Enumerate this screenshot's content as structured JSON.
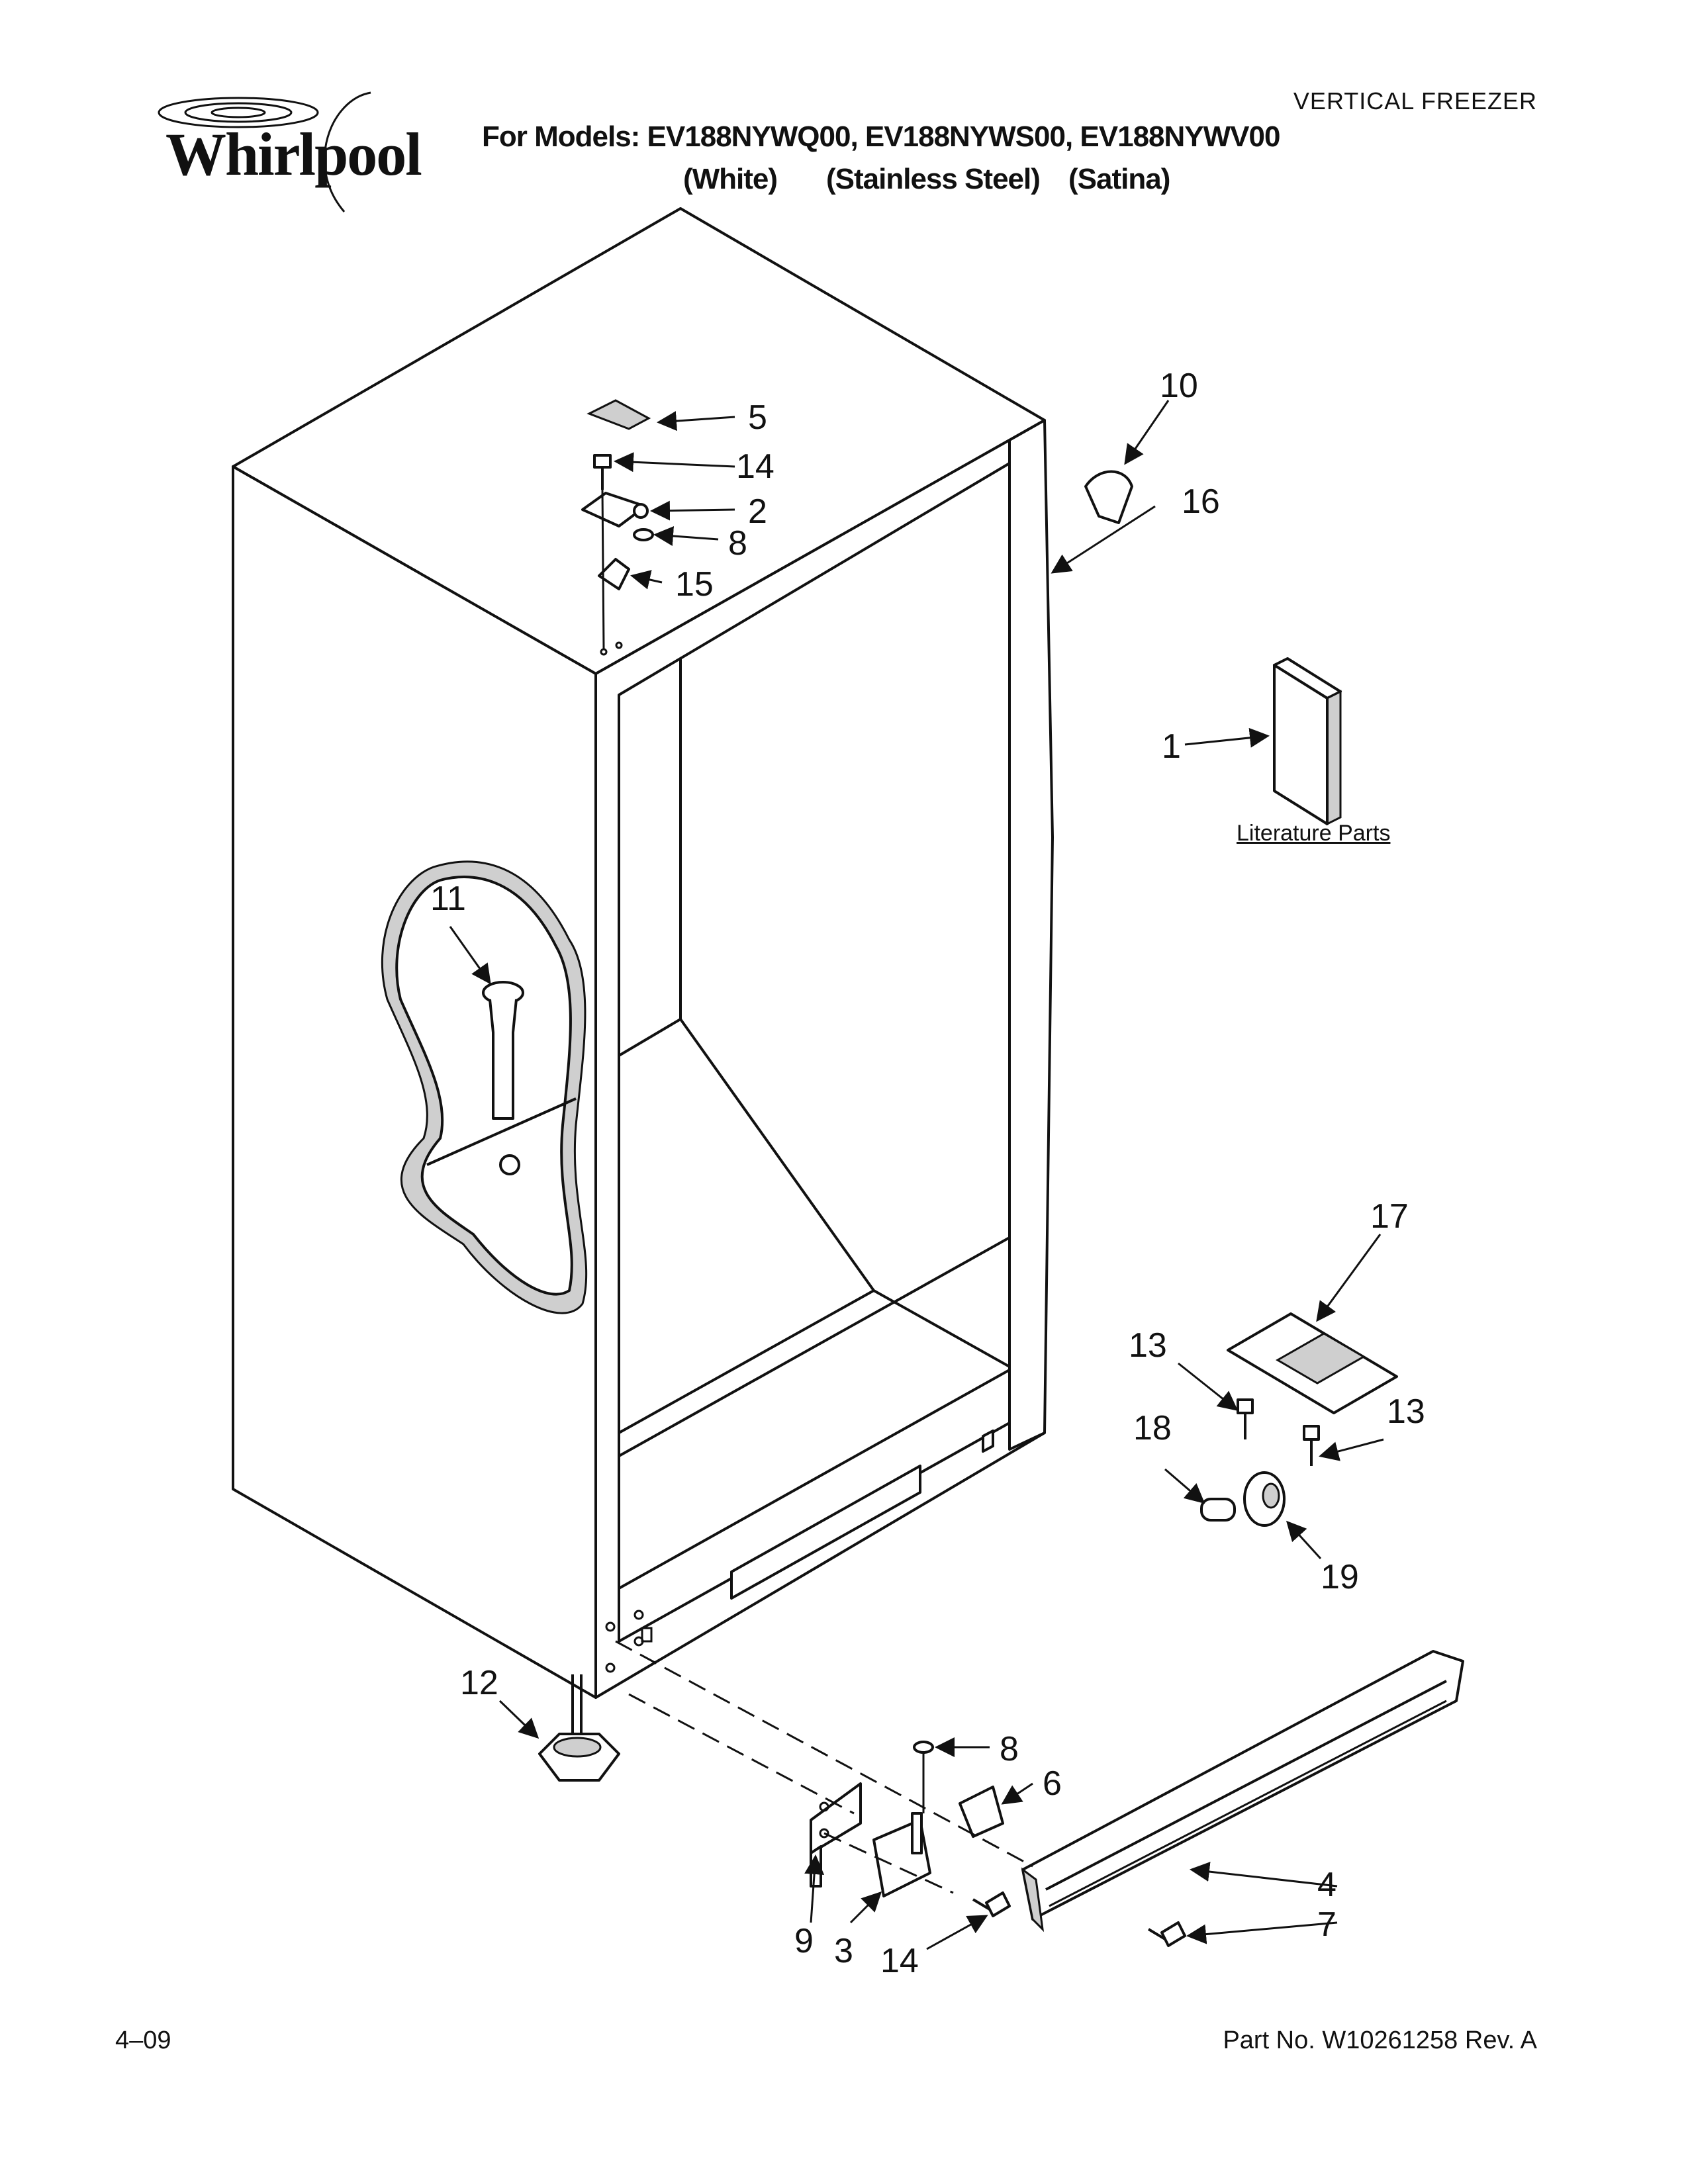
{
  "header": {
    "brand": "Whirlpool",
    "category": "VERTICAL FREEZER",
    "models_line": "For Models: EV188NYWQ00, EV188NYWS00, EV188NYWV00",
    "finishes": [
      "(White)",
      "(Stainless Steel)",
      "(Satina)"
    ]
  },
  "literature_label": "Literature Parts",
  "callouts": [
    {
      "id": "c1",
      "label": "1"
    },
    {
      "id": "c2",
      "label": "2"
    },
    {
      "id": "c3",
      "label": "3"
    },
    {
      "id": "c4",
      "label": "4"
    },
    {
      "id": "c5",
      "label": "5"
    },
    {
      "id": "c6",
      "label": "6"
    },
    {
      "id": "c7",
      "label": "7"
    },
    {
      "id": "c8a",
      "label": "8"
    },
    {
      "id": "c8b",
      "label": "8"
    },
    {
      "id": "c9",
      "label": "9"
    },
    {
      "id": "c10",
      "label": "10"
    },
    {
      "id": "c11",
      "label": "11"
    },
    {
      "id": "c12",
      "label": "12"
    },
    {
      "id": "c13a",
      "label": "13"
    },
    {
      "id": "c13b",
      "label": "13"
    },
    {
      "id": "c14a",
      "label": "14"
    },
    {
      "id": "c14b",
      "label": "14"
    },
    {
      "id": "c15",
      "label": "15"
    },
    {
      "id": "c16",
      "label": "16"
    },
    {
      "id": "c17",
      "label": "17"
    },
    {
      "id": "c18",
      "label": "18"
    },
    {
      "id": "c19",
      "label": "19"
    }
  ],
  "footer": {
    "date": "4–09",
    "part_number": "Part No. W10261258 Rev. A"
  }
}
